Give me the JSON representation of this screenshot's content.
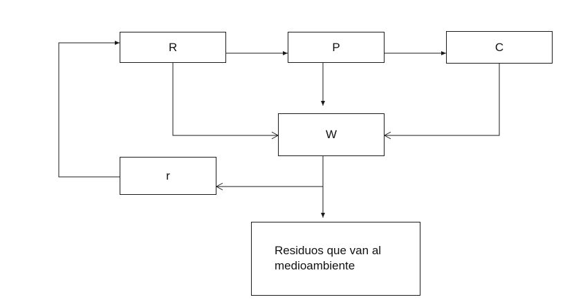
{
  "diagram": {
    "nodes": {
      "R": "R",
      "P": "P",
      "C": "C",
      "W": "W",
      "r": "r",
      "residuos": "Residuos que van al\nmedioambiente"
    },
    "colors": {
      "line": "#1a1a1a",
      "background": "#ffffff"
    }
  }
}
